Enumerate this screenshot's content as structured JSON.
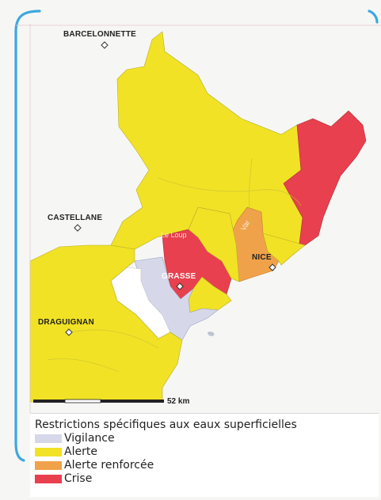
{
  "colors": {
    "vigilance": "#d6d8ea",
    "alerte": "#f1e225",
    "alerte_renforcee": "#f0a24a",
    "crise": "#e8404e",
    "no_restriction": "#ffffff",
    "frame_accent": "#3ea7df"
  },
  "map": {
    "cities": {
      "barcelonnette": "BARCELONNETTE",
      "castellane": "CASTELLANE",
      "draguignan": "DRAGUIGNAN",
      "grasse": "GRASSE",
      "nice": "NICE"
    },
    "rivers": {
      "le_loup": "Le Loup",
      "var": "Var"
    },
    "scale": "52 km"
  },
  "legend": {
    "title": "Restrictions spécifiques aux eaux superficielles",
    "items": [
      {
        "label": "Vigilance",
        "color": "#d6d8ea"
      },
      {
        "label": "Alerte",
        "color": "#f1e225"
      },
      {
        "label": "Alerte renforcée",
        "color": "#f0a24a"
      },
      {
        "label": "Crise",
        "color": "#e8404e"
      }
    ]
  }
}
